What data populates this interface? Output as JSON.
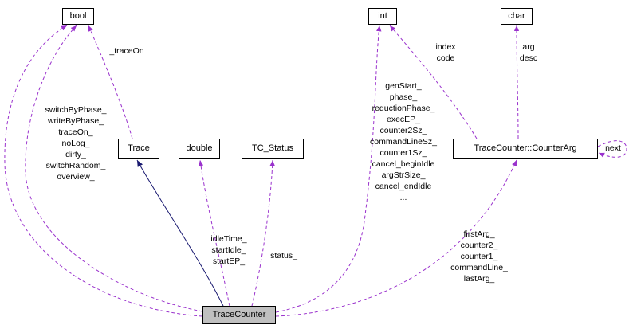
{
  "colors": {
    "usage-edge": "#9a32cd",
    "inheritance-edge": "#191970",
    "node-bg": "#ffffff",
    "main-node-bg": "#c0c0c0",
    "node-border": "#000000"
  },
  "nodes": {
    "bool": "bool",
    "int": "int",
    "char": "char",
    "trace": "Trace",
    "double": "double",
    "tc_status": "TC_Status",
    "counter_arg": "TraceCounter::CounterArg",
    "trace_counter": "TraceCounter"
  },
  "edge_labels": {
    "trace_on": "_traceOn",
    "bool_members": "switchByPhase_\nwriteByPhase_\ntraceOn_\nnoLog_\ndirty_\nswitchRandom_\noverview_",
    "double_members": "idleTime_\nstartIdle_\nstartEP_",
    "status": "status_",
    "int_members": "genStart_\nphase_\nreductionPhase_\nexecEP_\ncounter2Sz_\ncommandLineSz_\ncounter1Sz_\ncancel_beginIdle\nargStrSize_\ncancel_endIdle\n...",
    "index_code": "index\ncode",
    "arg_desc": "arg\ndesc",
    "next": "next",
    "counter_arg_members": "firstArg_\ncounter2_\ncounter1_\ncommandLine_\nlastArg_"
  }
}
